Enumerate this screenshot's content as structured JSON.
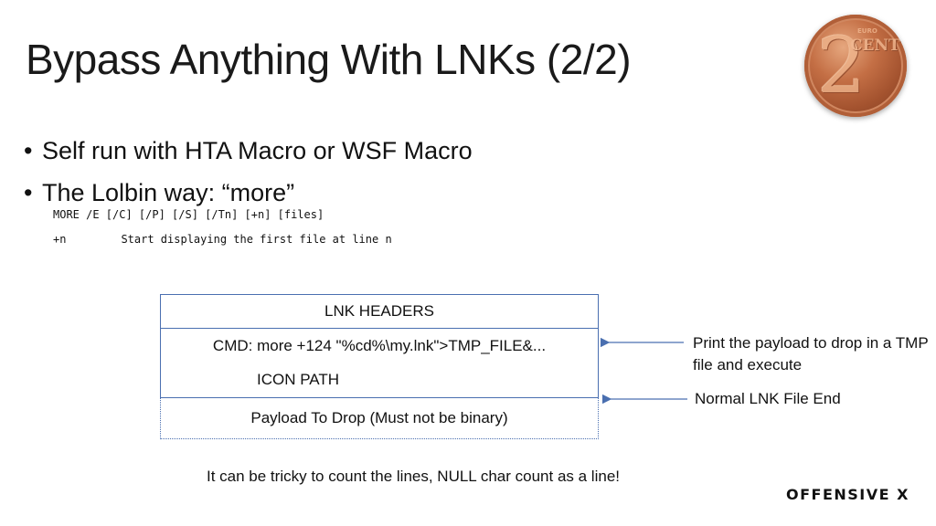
{
  "slide": {
    "title": "Bypass Anything With LNKs (2/2)",
    "bullets": [
      "Self run with HTA Macro or WSF Macro",
      "The Lolbin way: “more”"
    ],
    "code_lines": {
      "syntax": "MORE /E [/C] [/P] [/S] [/Tn] [+n] [files]",
      "param_name": "+n",
      "param_desc": "Start displaying the first file at line n"
    }
  },
  "diagram": {
    "rows": [
      "LNK HEADERS",
      "CMD: more +124 \"%cd%\\my.lnk\">TMP_FILE&...",
      "ICON PATH",
      "Payload To Drop (Must not be binary)"
    ],
    "annotations": [
      "Print the payload to drop in a TMP file and execute",
      "Normal LNK File End"
    ],
    "accent_color": "#4a6fb0"
  },
  "footer_note": "It can be tricky to count the lines, NULL char count as a line!",
  "branding": {
    "logo_text": "OFFENSIVE X",
    "coin_image": "two-euro-cent-coin"
  }
}
